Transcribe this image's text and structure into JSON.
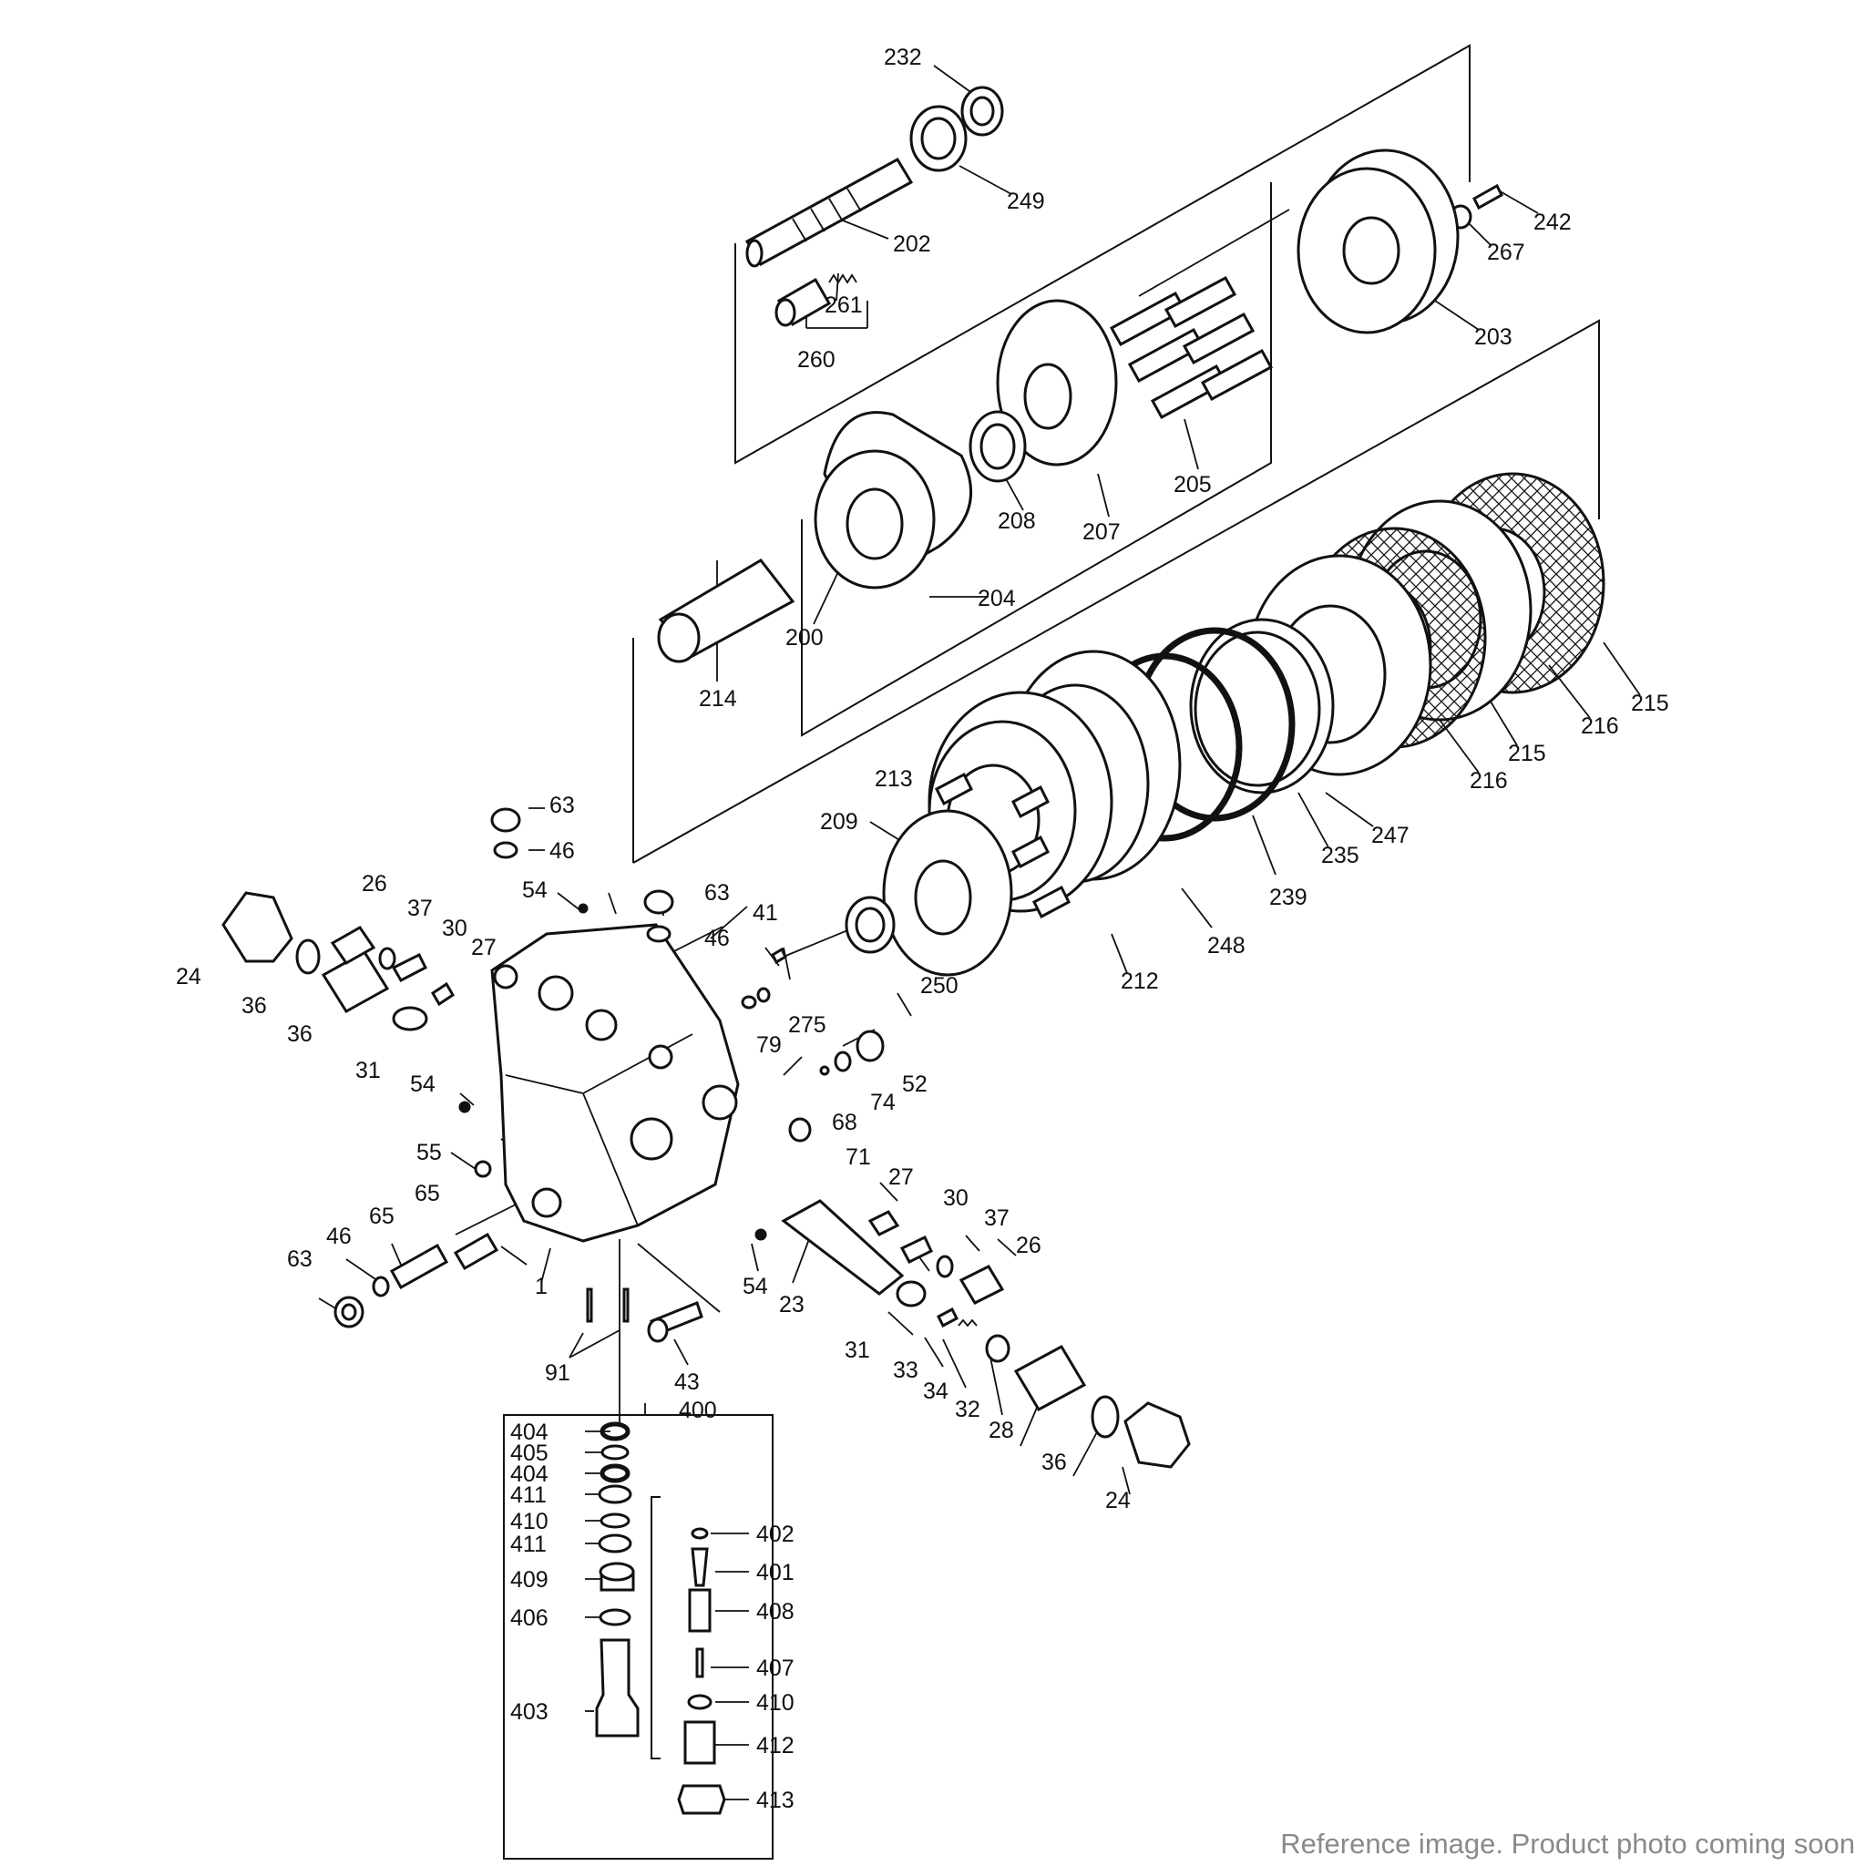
{
  "callouts": [
    {
      "id": "232",
      "text": "232"
    },
    {
      "id": "249",
      "text": "249"
    },
    {
      "id": "202",
      "text": "202"
    },
    {
      "id": "261",
      "text": "261"
    },
    {
      "id": "260",
      "text": "260"
    },
    {
      "id": "242",
      "text": "242"
    },
    {
      "id": "267",
      "text": "267"
    },
    {
      "id": "203",
      "text": "203"
    },
    {
      "id": "205",
      "text": "205"
    },
    {
      "id": "208",
      "text": "208"
    },
    {
      "id": "207",
      "text": "207"
    },
    {
      "id": "204",
      "text": "204"
    },
    {
      "id": "200",
      "text": "200"
    },
    {
      "id": "214",
      "text": "214"
    },
    {
      "id": "215a",
      "text": "215"
    },
    {
      "id": "216a",
      "text": "216"
    },
    {
      "id": "215b",
      "text": "215"
    },
    {
      "id": "216b",
      "text": "216"
    },
    {
      "id": "247",
      "text": "247"
    },
    {
      "id": "235",
      "text": "235"
    },
    {
      "id": "239",
      "text": "239"
    },
    {
      "id": "248",
      "text": "248"
    },
    {
      "id": "212",
      "text": "212"
    },
    {
      "id": "213",
      "text": "213"
    },
    {
      "id": "209",
      "text": "209"
    },
    {
      "id": "250",
      "text": "250"
    },
    {
      "id": "63a",
      "text": "63"
    },
    {
      "id": "46a",
      "text": "46"
    },
    {
      "id": "54a",
      "text": "54"
    },
    {
      "id": "63b",
      "text": "63"
    },
    {
      "id": "46b",
      "text": "46"
    },
    {
      "id": "41",
      "text": "41"
    },
    {
      "id": "26a",
      "text": "26"
    },
    {
      "id": "37a",
      "text": "37"
    },
    {
      "id": "30a",
      "text": "30"
    },
    {
      "id": "27a",
      "text": "27"
    },
    {
      "id": "24a",
      "text": "24"
    },
    {
      "id": "36a",
      "text": "36"
    },
    {
      "id": "36b",
      "text": "36"
    },
    {
      "id": "31a",
      "text": "31"
    },
    {
      "id": "275",
      "text": "275"
    },
    {
      "id": "79",
      "text": "79"
    },
    {
      "id": "52",
      "text": "52"
    },
    {
      "id": "74",
      "text": "74"
    },
    {
      "id": "68",
      "text": "68"
    },
    {
      "id": "71",
      "text": "71"
    },
    {
      "id": "54b",
      "text": "54"
    },
    {
      "id": "55",
      "text": "55"
    },
    {
      "id": "65a",
      "text": "65"
    },
    {
      "id": "65b",
      "text": "65"
    },
    {
      "id": "46c",
      "text": "46"
    },
    {
      "id": "63c",
      "text": "63"
    },
    {
      "id": "1",
      "text": "1"
    },
    {
      "id": "54c",
      "text": "54"
    },
    {
      "id": "27b",
      "text": "27"
    },
    {
      "id": "30b",
      "text": "30"
    },
    {
      "id": "37b",
      "text": "37"
    },
    {
      "id": "26b",
      "text": "26"
    },
    {
      "id": "23",
      "text": "23"
    },
    {
      "id": "31b",
      "text": "31"
    },
    {
      "id": "33",
      "text": "33"
    },
    {
      "id": "34",
      "text": "34"
    },
    {
      "id": "32",
      "text": "32"
    },
    {
      "id": "28",
      "text": "28"
    },
    {
      "id": "36c",
      "text": "36"
    },
    {
      "id": "24b",
      "text": "24"
    },
    {
      "id": "91",
      "text": "91"
    },
    {
      "id": "43",
      "text": "43"
    },
    {
      "id": "400",
      "text": "400"
    },
    {
      "id": "404a",
      "text": "404"
    },
    {
      "id": "405",
      "text": "405"
    },
    {
      "id": "404b",
      "text": "404"
    },
    {
      "id": "411a",
      "text": "411"
    },
    {
      "id": "410a",
      "text": "410"
    },
    {
      "id": "411b",
      "text": "411"
    },
    {
      "id": "409",
      "text": "409"
    },
    {
      "id": "406",
      "text": "406"
    },
    {
      "id": "403",
      "text": "403"
    },
    {
      "id": "402",
      "text": "402"
    },
    {
      "id": "401",
      "text": "401"
    },
    {
      "id": "408",
      "text": "408"
    },
    {
      "id": "407",
      "text": "407"
    },
    {
      "id": "410b",
      "text": "410"
    },
    {
      "id": "412",
      "text": "412"
    },
    {
      "id": "413",
      "text": "413"
    }
  ],
  "footer": {
    "note": "Reference image. Product photo coming soon"
  }
}
